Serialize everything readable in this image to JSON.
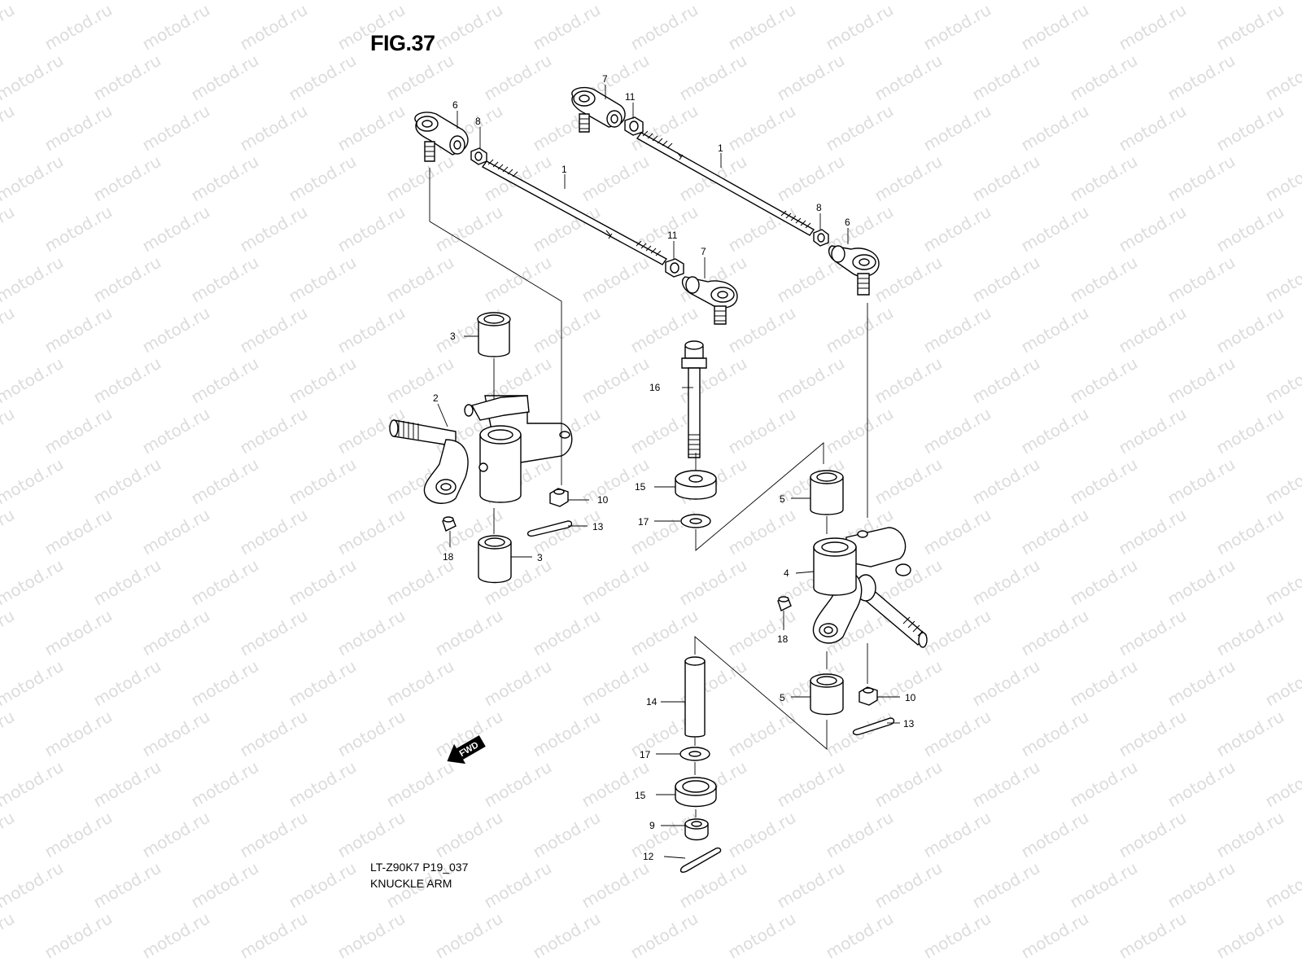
{
  "figure": {
    "title": "FIG.37",
    "model_code": "LT-Z90K7 P19_037",
    "name": "KNUCKLE ARM"
  },
  "watermark_text": "motod.ru",
  "fwd_label": "FWD",
  "callouts": {
    "c1a": "1",
    "c1b": "1",
    "c2": "2",
    "c3a": "3",
    "c3b": "3",
    "c4": "4",
    "c5a": "5",
    "c5b": "5",
    "c6a": "6",
    "c6b": "6",
    "c7a": "7",
    "c7b": "7",
    "c8a": "8",
    "c8b": "8",
    "c9": "9",
    "c10a": "10",
    "c10b": "10",
    "c11a": "11",
    "c11b": "11",
    "c12": "12",
    "c13a": "13",
    "c13b": "13",
    "c14": "14",
    "c15a": "15",
    "c15b": "15",
    "c16": "16",
    "c17a": "17",
    "c17b": "17",
    "c18a": "18",
    "c18b": "18"
  }
}
